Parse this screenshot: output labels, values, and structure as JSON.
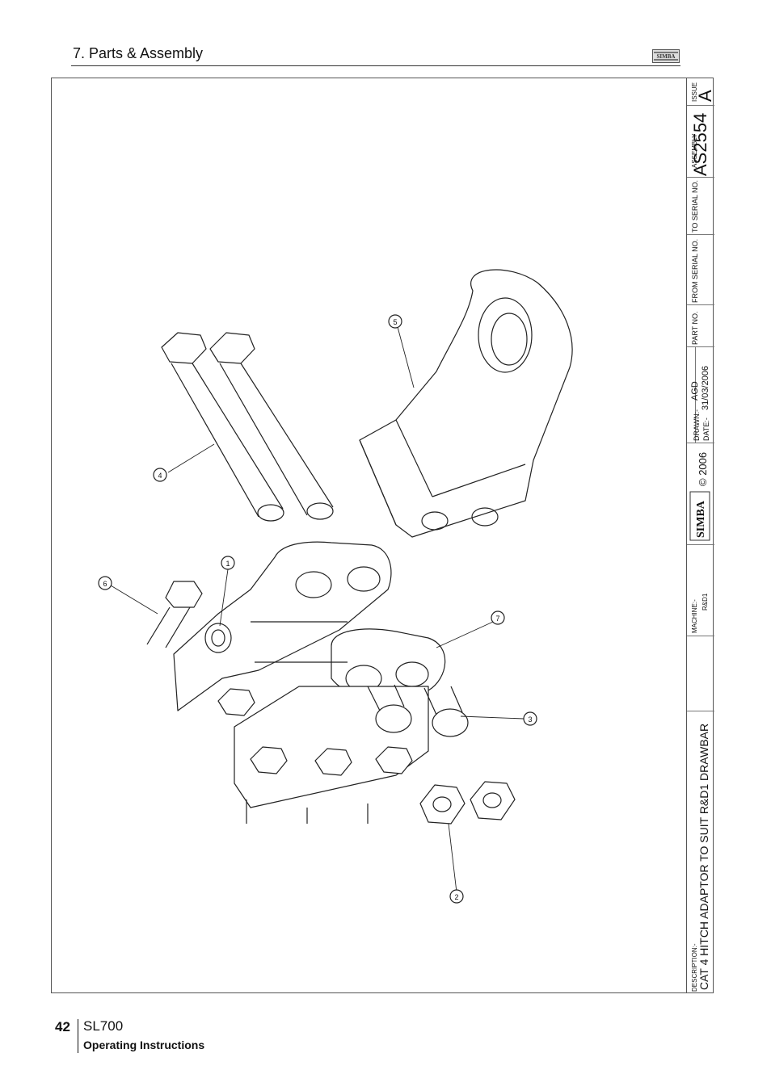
{
  "header": {
    "section_title": "7. Parts & Assembly",
    "logo_text": "SIMBA"
  },
  "title_block": {
    "issue_label": "ISSUE",
    "issue_value": "A",
    "assembly_label": "ASSEMBLY",
    "assembly_value": "AS2554",
    "to_serial_label": "TO SERIAL NO.",
    "from_serial_label": "FROM SERIAL NO.",
    "part_no_label": "PART NO.",
    "drawn_label": "DRAWN:-",
    "drawn_value": "AGD",
    "date_label": "DATE:-",
    "date_value": "31/03/2006",
    "copyright": "© 2006",
    "logo_text": "SIMBA",
    "machine_label": "MACHINE:-",
    "machine_value": "R&D1",
    "description_label": "DESCRIPTION:-",
    "description_value": "CAT 4 HITCH ADAPTOR TO SUIT R&D1 DRAWBAR"
  },
  "callouts": [
    "1",
    "2",
    "3",
    "4",
    "5",
    "6",
    "7"
  ],
  "footer": {
    "page_number": "42",
    "model": "SL700",
    "subtitle": "Operating Instructions"
  }
}
